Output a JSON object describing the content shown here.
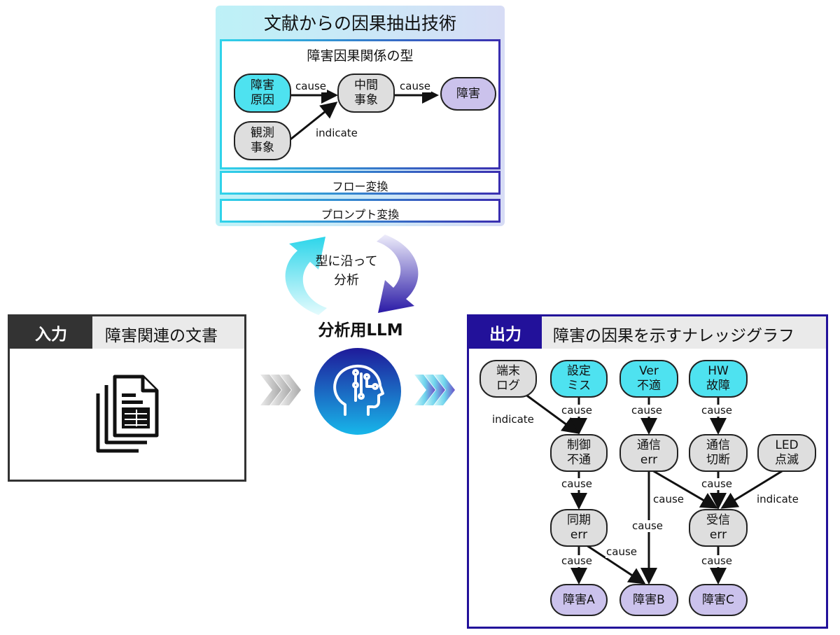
{
  "top_panel": {
    "title": "文献からの因果抽出技術",
    "pattern": {
      "title": "障害因果関係の型",
      "nodes": {
        "cause": "障害\n原因",
        "intermediate": "中間\n事象",
        "failure": "障害",
        "observed": "観測\n事象"
      },
      "edges": {
        "cause1": "cause",
        "cause2": "cause",
        "indicate": "indicate"
      }
    },
    "flow_label": "フロー変換",
    "prompt_label": "プロンプト変換"
  },
  "cycle_label": "型に沿って\n分析",
  "llm_label": "分析用LLM",
  "input": {
    "tag": "入力",
    "title": "障害関連の文書"
  },
  "output": {
    "tag": "出力",
    "title": "障害の因果を示すナレッジグラフ",
    "nodes": {
      "terminal_log": "端末\nログ",
      "config_miss": "設定\nミス",
      "ver": "Ver\n不適",
      "hw": "HW\n故障",
      "control": "制御\n不通",
      "comm_err": "通信\nerr",
      "comm_cut": "通信\n切断",
      "led": "LED\n点滅",
      "sync_err": "同期\nerr",
      "recv_err": "受信\nerr",
      "fail_a": "障害A",
      "fail_b": "障害B",
      "fail_c": "障害C"
    },
    "edge_labels": {
      "e1": "indicate",
      "e2": "cause",
      "e3": "cause",
      "e4": "cause",
      "e5": "cause",
      "e6": "cause",
      "e7": "cause",
      "e8": "indicate",
      "e9": "cause",
      "e10": "cause",
      "e11": "cause",
      "e12": "cause"
    }
  },
  "colors": {
    "cyan": "#4ee2f0",
    "grey": "#dedede",
    "lavender": "#cbc2ec",
    "navy": "#22119a",
    "dark": "#333333"
  },
  "icons": {
    "document": "document-stack-icon",
    "llm": "ai-head-icon"
  }
}
